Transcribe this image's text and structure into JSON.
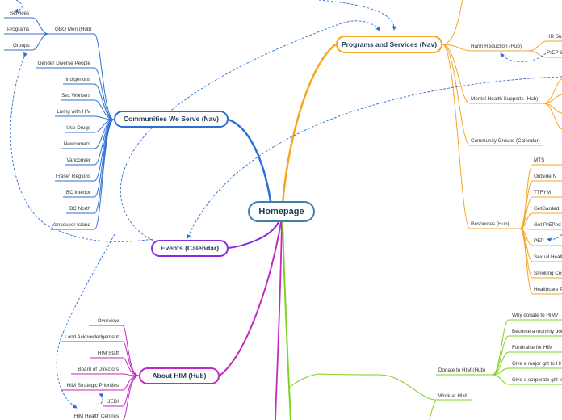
{
  "root": {
    "label": "Homepage"
  },
  "colors": {
    "blue": "#2b6fd6",
    "orange": "#f5a623",
    "purple": "#8a2be2",
    "magenta": "#c228c2",
    "green": "#7ed321",
    "link": "#2b6fd6"
  },
  "nav_programs": {
    "label": "Programs and Services (Nav)",
    "children": [
      "Harm Reduction (Hub)",
      "Mental Health Supports (Hub)",
      "Community Groups (Calendar)",
      "Resources (Hub)"
    ],
    "harm_reduction_children": [
      "HR Sup",
      "PrEP &"
    ],
    "resources_children": [
      "MTS",
      "OutsideIN",
      "TTFYM",
      "GetGarded",
      "Get PrEPed",
      "PEP",
      "Sexual Healt",
      "Smoking Ces",
      "Healthcare P"
    ]
  },
  "nav_communities": {
    "label": "Communities We Serve (Nav)",
    "hub": "GBQ Men (Hub)",
    "hub_children": [
      "Services",
      "Programs",
      "Groups"
    ],
    "children": [
      "Gender Diverse People",
      "Indigenous",
      "Sex Workers",
      "Living with HIV",
      "Use Drugs",
      "Newcomers",
      "Vancouver",
      "Fraser Regions",
      "BC Interior",
      "BC North",
      "Vancouver Island"
    ]
  },
  "events": {
    "label": "Events (Calendar)"
  },
  "about": {
    "label": "About HIM (Hub)",
    "children": [
      "Overview",
      "Land Acknowledgement",
      "HIM Staff",
      "Board of Directors",
      "HIM Strategic Priorities",
      "JEDI",
      "HIM Health Centres"
    ]
  },
  "donate": {
    "label": "Donate to HIM (Hub)",
    "children": [
      "Why donate to HIM?",
      "Become a monthly don",
      "Fundraise for HIM",
      "Give a major gift to HI",
      "Give a corporate gift to"
    ]
  },
  "work": {
    "label": "Work at HIM"
  }
}
